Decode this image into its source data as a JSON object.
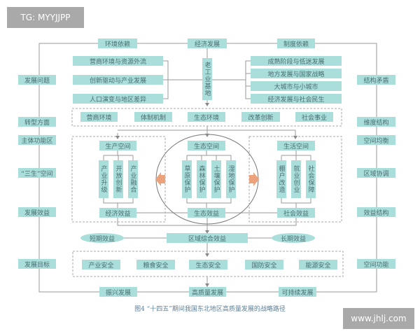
{
  "watermarks": {
    "top": "TG: MYYJJPP",
    "bottom": "www.jhlj.com"
  },
  "top_row": [
    "环境依赖",
    "经济发展",
    "制度依赖"
  ],
  "left_labels": [
    "发展问题",
    "转型方面",
    "主体功能区",
    "“三生”空间",
    "发展效益",
    "发展目标"
  ],
  "right_labels": [
    "结构矛盾",
    "维度结构",
    "空间均衡",
    "区域协调",
    "效益结构",
    "空间功能"
  ],
  "center_node": "老工业基地",
  "left_problems": [
    "营商环境与资源外流",
    "创新驱动与产业发展",
    "人口演变与地区差异"
  ],
  "right_problems": [
    "成熟阶段与低迷发展",
    "地方发展与国家战略",
    "大城市与小城市",
    "经济发展与社会民生"
  ],
  "transformation": [
    "营商环境",
    "体制机制",
    "生态环境",
    "改革创新",
    "社会事业"
  ],
  "spaces": {
    "production": {
      "title": "生产空间",
      "items": [
        "产业升级",
        "开放创新",
        "产业融合"
      ],
      "benefit": "经济效益"
    },
    "ecology": {
      "title": "生态空间",
      "items": [
        "草原保护",
        "森林保护",
        "土壤保护",
        "湿地保护"
      ],
      "benefit": "生态效益"
    },
    "living": {
      "title": "生活空间",
      "items": [
        "棚户改造",
        "就业创业",
        "社会保障"
      ],
      "benefit": "社会效益"
    }
  },
  "benefits": {
    "short": "短期效益",
    "regional": "区域综合效益",
    "long": "长期效益"
  },
  "security": [
    "产业安全",
    "粮食安全",
    "生态安全",
    "国防安全",
    "能源安全"
  ],
  "goals": [
    "振兴发展",
    "高质量发展",
    "可持续发展"
  ],
  "caption": "图4  “十四五”期间我国东北地区高质量发展的战略路径"
}
